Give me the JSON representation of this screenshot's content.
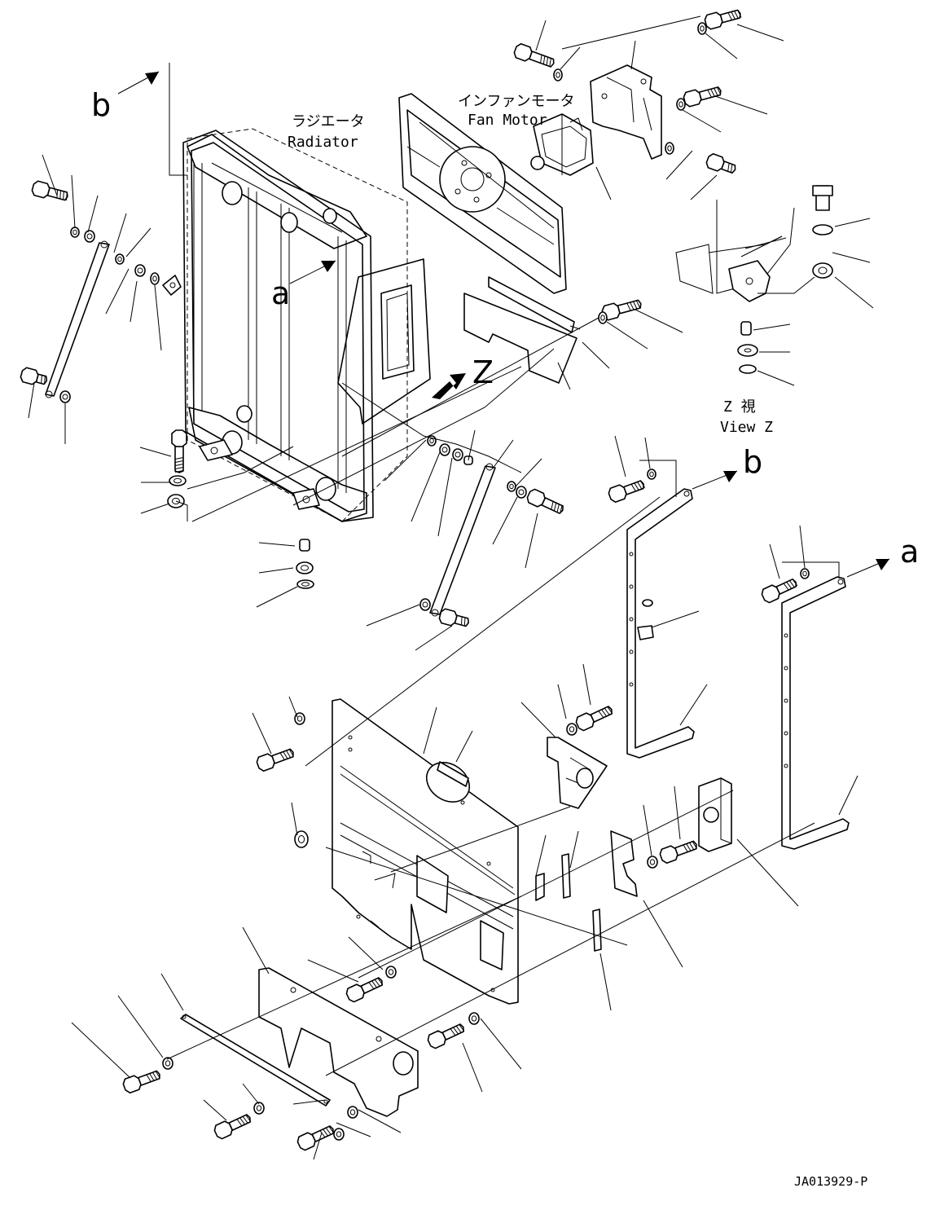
{
  "labels": {
    "radiator_jp": "ラジエータ",
    "radiator_en": "Radiator",
    "fan_motor_jp": "インファンモータ",
    "fan_motor_en": "Fan Motor",
    "view_z_jp": "Z 視",
    "view_z_en": "View Z",
    "ref_a": "a",
    "ref_b": "b",
    "ref_z": "Z",
    "drawing_number": "JA013929-P"
  }
}
